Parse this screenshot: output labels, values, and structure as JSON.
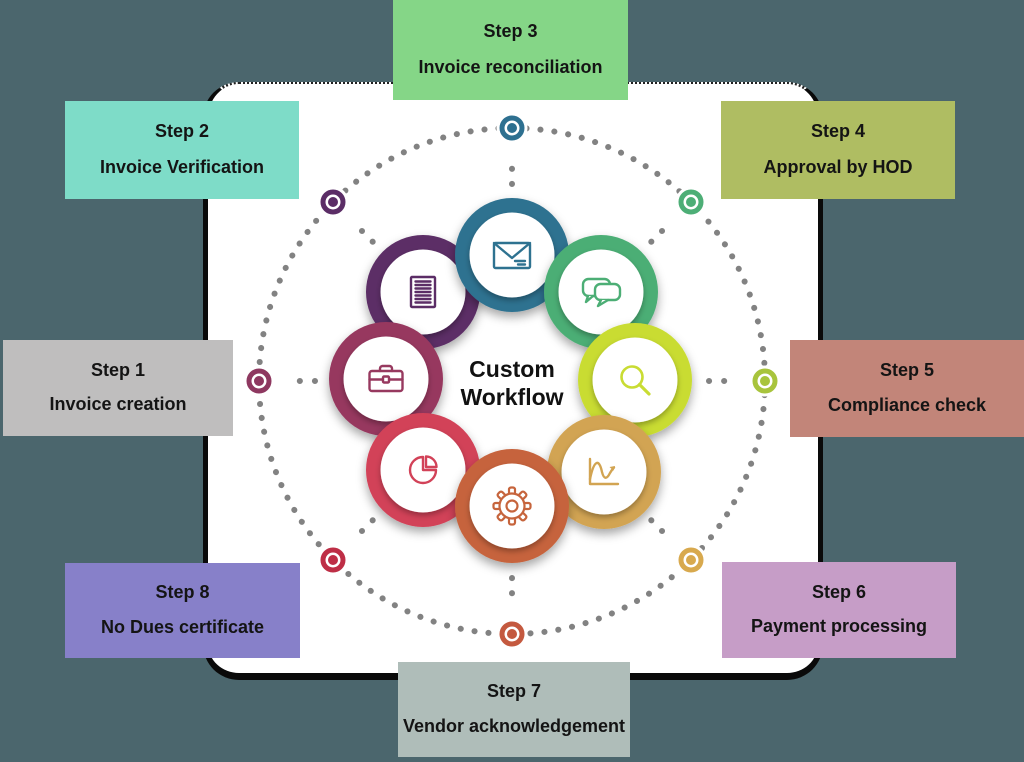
{
  "background_color": "#4B666D",
  "card_color": "#ffffff",
  "dots_color": "#828282",
  "center": {
    "title_line1": "Custom",
    "title_line2": "Workflow"
  },
  "steps": [
    {
      "label": "Step 1",
      "title": "Invoice creation",
      "color": "#BFBEBE"
    },
    {
      "label": "Step 2",
      "title": "Invoice Verification",
      "color": "#7EDCC8"
    },
    {
      "label": "Step 3",
      "title": "Invoice reconciliation",
      "color": "#85D687"
    },
    {
      "label": "Step 4",
      "title": "Approval by HOD",
      "color": "#AFBD62"
    },
    {
      "label": "Step 5",
      "title": "Compliance check",
      "color": "#C28579"
    },
    {
      "label": "Step 6",
      "title": "Payment processing",
      "color": "#C69DC7"
    },
    {
      "label": "Step 7",
      "title": "Vendor acknowledgement",
      "color": "#AFBDB9"
    },
    {
      "label": "Step 8",
      "title": "No Dues certificate",
      "color": "#8780C9"
    }
  ],
  "wheel": {
    "items": [
      {
        "step": 2,
        "name": "document",
        "icon": "document-icon",
        "color": "#5B2D66",
        "marker_color": "#5B2D66"
      },
      {
        "step": 3,
        "name": "mail",
        "icon": "envelope-icon",
        "color": "#2E7290",
        "marker_color": "#2E7090"
      },
      {
        "step": 4,
        "name": "chat",
        "icon": "chat-icon",
        "color": "#4CAE75",
        "marker_color": "#4DAE76"
      },
      {
        "step": 5,
        "name": "search",
        "icon": "magnifier-icon",
        "color": "#C9DC33",
        "marker_color": "#A8C43C"
      },
      {
        "step": 6,
        "name": "chart",
        "icon": "line-chart-icon",
        "color": "#D2A452",
        "marker_color": "#D8A94E"
      },
      {
        "step": 1,
        "name": "briefcase",
        "icon": "briefcase-icon",
        "color": "#97395F",
        "marker_color": "#8E3860"
      },
      {
        "step": 8,
        "name": "pie",
        "icon": "pie-chart-icon",
        "color": "#D24258",
        "marker_color": "#BE2E46"
      },
      {
        "step": 7,
        "name": "gear",
        "icon": "gear-icon",
        "color": "#C6643C",
        "marker_color": "#C4593F"
      }
    ]
  }
}
